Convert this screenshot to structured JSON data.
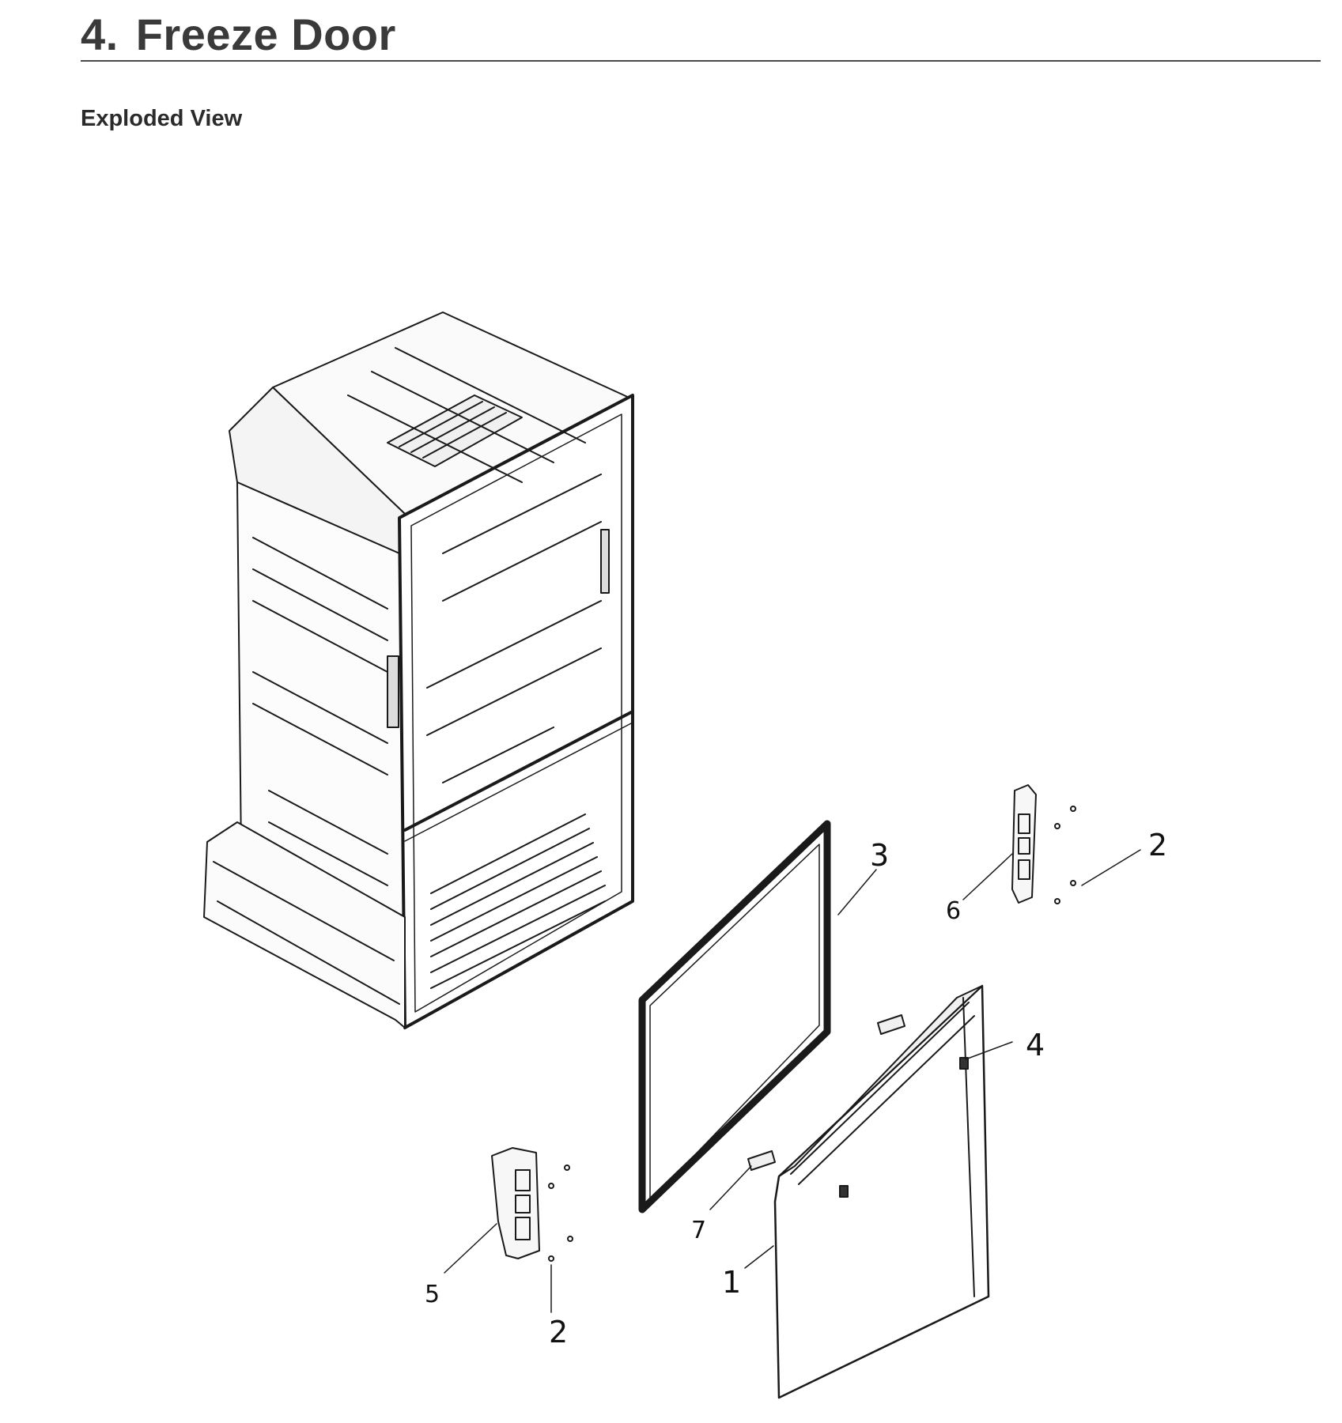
{
  "heading": {
    "number": "4.",
    "title": "Freeze Door"
  },
  "subheading": "Exploded View",
  "callouts": {
    "door": "1",
    "screw_upper": "2",
    "screw_lower": "2",
    "gasket": "3",
    "stopper": "4",
    "hinge_lower": "5",
    "hinge_upper": "6",
    "cap": "7"
  },
  "colors": {
    "line": "#1a1a1a",
    "heading": "#3a3a3a"
  }
}
